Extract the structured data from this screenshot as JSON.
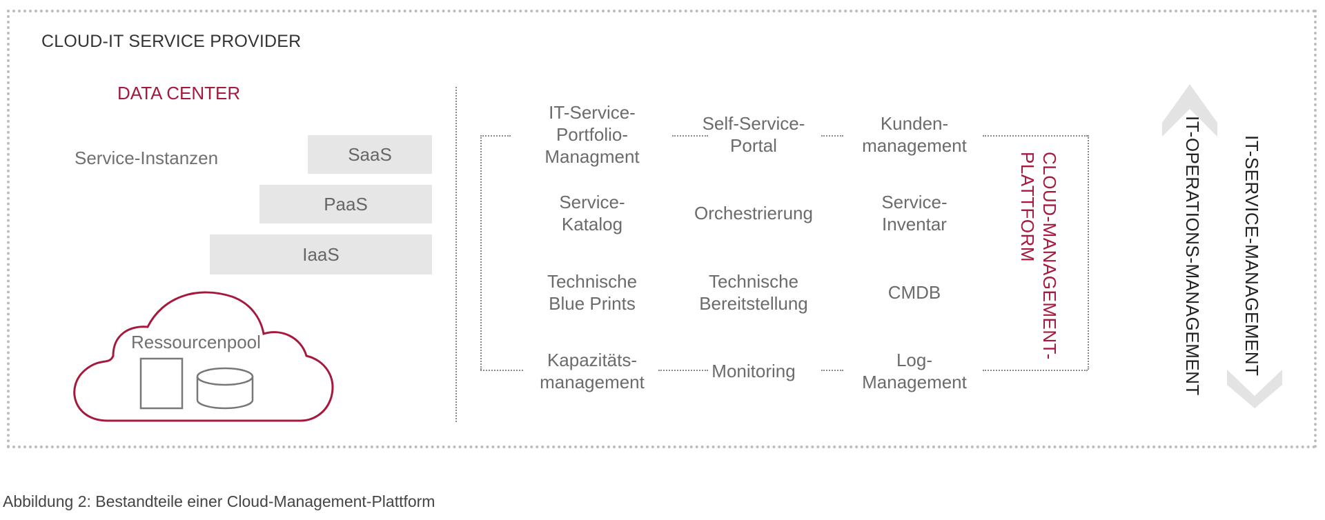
{
  "diagram": {
    "provider_title": "CLOUD-IT SERVICE PROVIDER",
    "data_center": {
      "title": "DATA CENTER",
      "instances_label": "Service-Instanzen",
      "layers": [
        "SaaS",
        "PaaS",
        "IaaS"
      ],
      "pool_label": "Ressourcenpool"
    },
    "components": [
      [
        "IT-Service-\nPortfolio-\nManagment",
        "Self-Service-\nPortal",
        "Kunden-\nmanagement"
      ],
      [
        "Service-\nKatalog",
        "Orchestrierung",
        "Service-\nInventar"
      ],
      [
        "Technische\nBlue Prints",
        "Technische\nBereitstellung",
        "CMDB"
      ],
      [
        "Kapazitäts-\nmanagement",
        "Monitoring",
        "Log-\nManagement"
      ]
    ],
    "platform_label": "CLOUD-MANAGEMENT-\nPLATTFORM",
    "it_operations": "IT-OPERATIONS-MANAGEMENT",
    "it_service": "IT-SERVICE-MANAGEMENT",
    "colors": {
      "accent": "#a6193c",
      "layer_fill": "#e6e6e6",
      "border": "#bdbdbd"
    }
  },
  "caption": "Abbildung 2: Bestandteile einer Cloud-Management-Plattform"
}
